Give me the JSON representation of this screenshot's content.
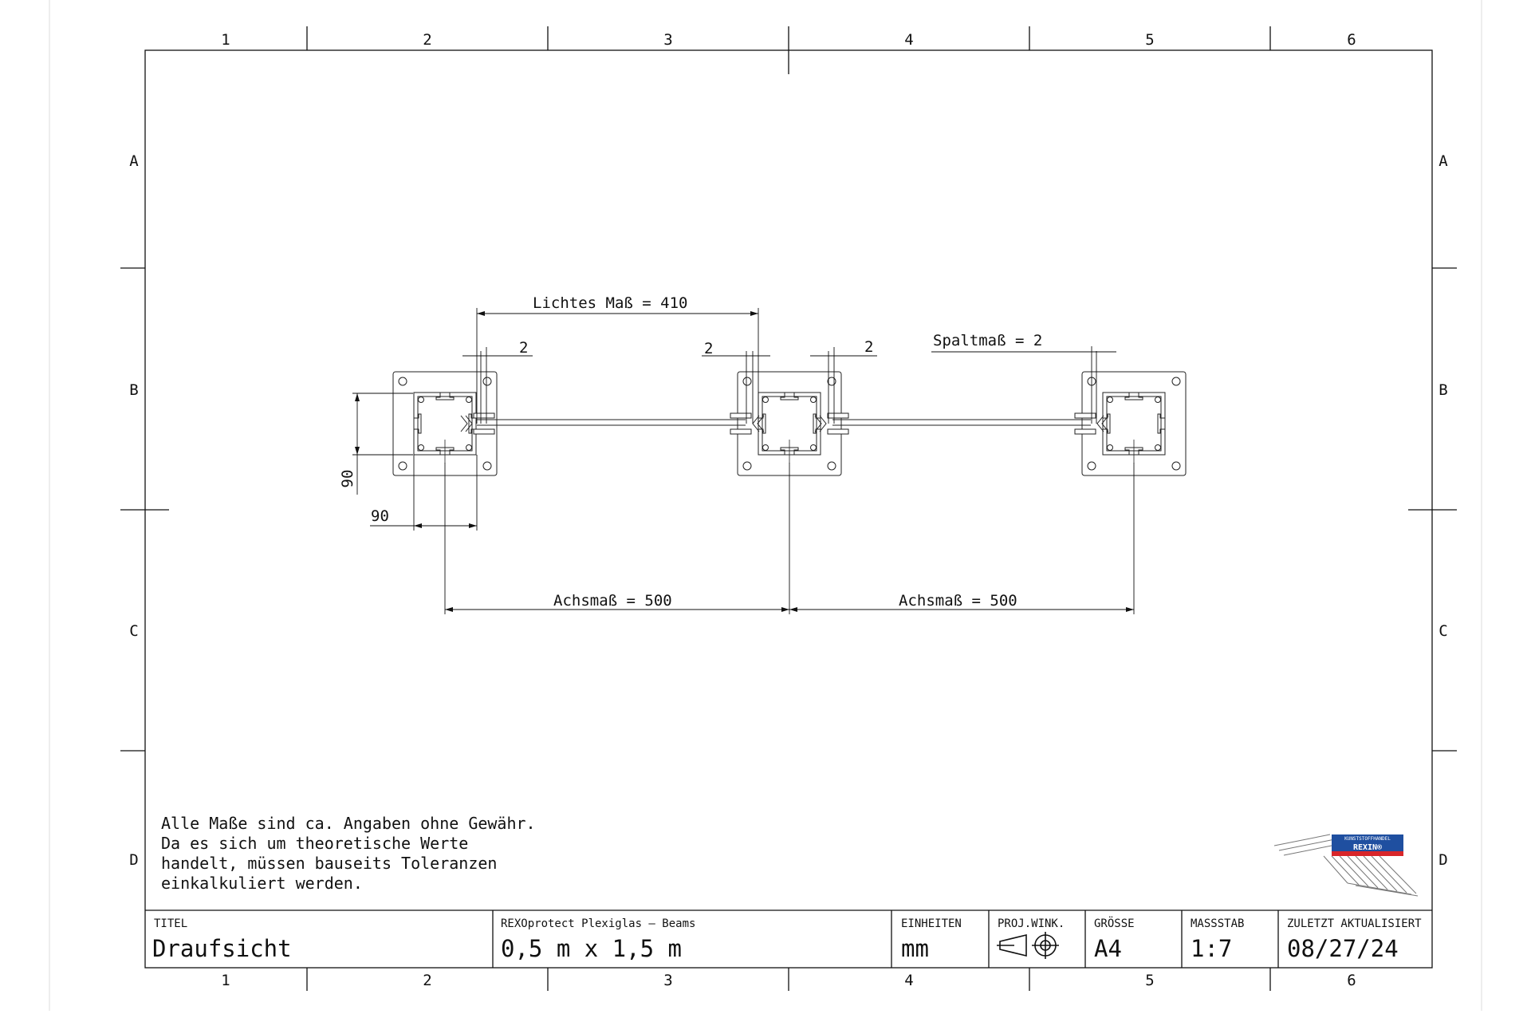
{
  "border": {
    "columns": [
      "1",
      "2",
      "3",
      "4",
      "5",
      "6"
    ],
    "rows": [
      "A",
      "B",
      "C",
      "D"
    ]
  },
  "drawing": {
    "dimensions": {
      "lichtes_mass": "Lichtes Maß = 410",
      "spaltmass": "Spaltmaß  = 2",
      "gap_1": "2",
      "gap_2": "2",
      "gap_3": "2",
      "post_width": "90",
      "post_depth": "90",
      "achsmass_1": "Achsmaß = 500",
      "achsmass_2": "Achsmaß = 500"
    }
  },
  "note": {
    "text": "Alle Maße sind ca. Angaben ohne Gewähr.\nDa es sich um theoretische Werte\nhandelt, müssen bauseits Toleranzen\neinkalkuliert werden."
  },
  "title_block": {
    "titel_label": "TITEL",
    "titel_value": "Draufsicht",
    "product_label": "REXOprotect Plexiglas – Beams",
    "product_value": "0,5 m x 1,5 m",
    "einheiten_label": "EINHEITEN",
    "einheiten_value": "mm",
    "proj_label": "PROJ.WINK.",
    "proj_icon": "third-angle-projection-icon",
    "groesse_label": "GRÖSSE",
    "groesse_value": "A4",
    "massstab_label": "MASSSTAB",
    "massstab_value": "1:7",
    "updated_label": "ZULETZT AKTUALISIERT",
    "updated_value": "08/27/24"
  },
  "logo": {
    "line1": "KUNSTSTOFFHANDEL",
    "line2": "REXIN®",
    "colors": {
      "blue": "#1f4fa0",
      "red": "#d8262a"
    }
  }
}
